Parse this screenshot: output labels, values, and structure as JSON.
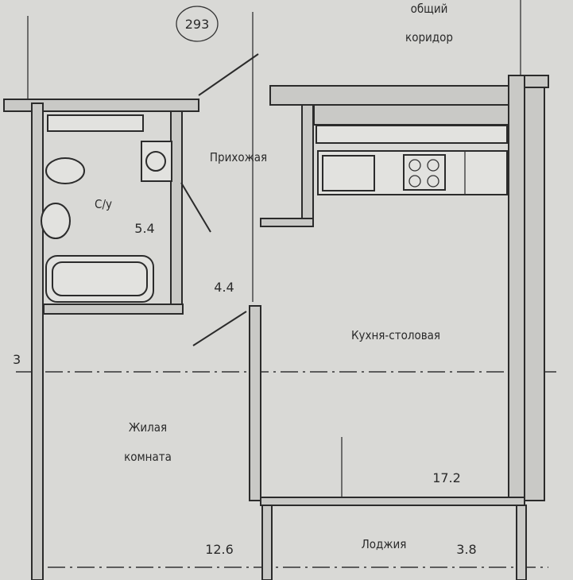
{
  "plan": {
    "axis_marker": "293",
    "corridor_label_line1": "общий",
    "corridor_label_line2": "коридор",
    "left_axis_mark": "3",
    "rooms": [
      {
        "name": "Прихожая",
        "area": "4.4"
      },
      {
        "name": "С/у",
        "area": "5.4"
      },
      {
        "name": "Кухня-столовая",
        "area": "17.2"
      },
      {
        "name_line1": "Жилая",
        "name_line2": "комната",
        "area": "12.6"
      },
      {
        "name": "Лоджия",
        "area": "3.8"
      }
    ]
  }
}
